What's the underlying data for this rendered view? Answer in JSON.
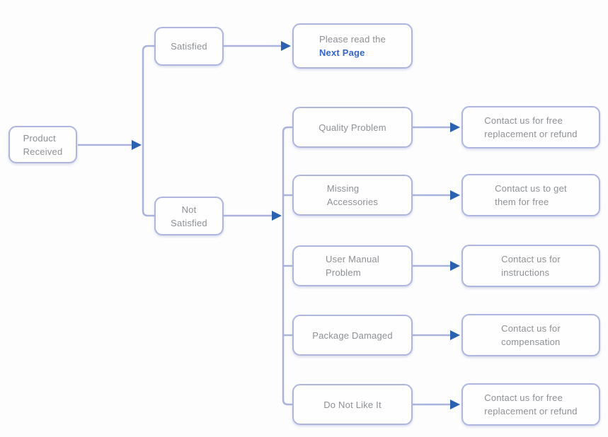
{
  "title": "Product Received satisfaction flowchart",
  "colors": {
    "box_border": "#aeb6e0",
    "connector": "#a9b3dc",
    "arrow": "#2b62b0",
    "text": "#8d9095",
    "link_text": "#3565cc"
  },
  "nodes": {
    "product_received": {
      "line1": "Product",
      "line2": "Received"
    },
    "satisfied": {
      "label": "Satisfied"
    },
    "not_satisfied": {
      "line1": "Not",
      "line2": "Satisfied"
    },
    "read_next_page": {
      "line1": "Please read the",
      "line2": "Next Page"
    },
    "quality_problem": {
      "label": "Quality Problem"
    },
    "missing_accessories": {
      "line1": "Missing",
      "line2": "Accessories"
    },
    "user_manual_problem": {
      "line1": "User Manual",
      "line2": "Problem"
    },
    "package_damaged": {
      "label": "Package Damaged"
    },
    "do_not_like_it": {
      "label": "Do Not Like It"
    },
    "contact_quality": {
      "line1": "Contact us for free",
      "line2": "replacement or refund"
    },
    "contact_accessories": {
      "line1": "Contact us to get",
      "line2": "them for free"
    },
    "contact_manual": {
      "line1": "Contact us for",
      "line2": "instructions"
    },
    "contact_package": {
      "line1": "Contact us for",
      "line2": "compensation"
    },
    "contact_dislike": {
      "line1": "Contact us for free",
      "line2": "replacement or refund"
    }
  }
}
